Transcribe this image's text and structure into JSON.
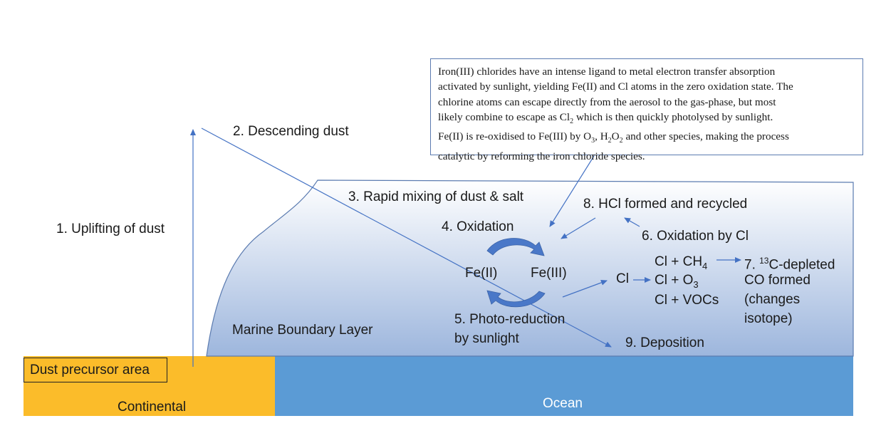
{
  "colors": {
    "continent": "#fbbc2a",
    "ocean": "#5b9bd5",
    "mbl_top": "#ffffff",
    "mbl_bottom": "#9db6dd",
    "arrow": "#4472c4",
    "cycle_arrow": "#4a78c8"
  },
  "labels": {
    "uplifting": "1. Uplifting of dust",
    "descending": "2. Descending dust",
    "rapid_mixing": "3. Rapid mixing of dust & salt",
    "oxidation": "4. Oxidation",
    "fe2": "Fe(II)",
    "fe3": "Fe(III)",
    "photo_reduction_1": "5. Photo-reduction",
    "photo_reduction_2": "by sunlight",
    "oxidation_cl": "6. Oxidation by Cl",
    "cl": "Cl",
    "cl_ch4_main": "Cl + CH",
    "cl_ch4_sub": "4",
    "cl_o3_main": "Cl + O",
    "cl_o3_sub": "3",
    "cl_vocs": "Cl + VOCs",
    "co_formed_prefix": "7. ",
    "co_formed_sup": "13",
    "co_formed_1": "C-depleted",
    "co_formed_2": "CO formed",
    "co_formed_3": "(changes",
    "co_formed_4": "isotope)",
    "hcl": "8. HCl formed and recycled",
    "deposition": "9. Deposition",
    "marine_boundary_layer": "Marine Boundary Layer",
    "dust_precursor": "Dust precursor area",
    "continental": "Continental",
    "ocean": "Ocean"
  },
  "note": {
    "line1": "Iron(III) chlorides have an intense ligand to metal electron transfer absorption",
    "line2_a": "activated by sunlight, yielding Fe(II) and Cl atoms in the zero oxidation state. The",
    "line3": "chlorine atoms can escape directly from the aerosol to the gas-phase, but most",
    "line4_a": "likely combine to escape as Cl",
    "line4_sub": "2",
    "line4_b": " which is then quickly photolysed by sunlight.",
    "line5_a": "Fe(II) is re-oxidised to Fe(III) by O",
    "line5_sub1": "3",
    "line5_b": ", H",
    "line5_sub2": "2",
    "line5_c": "O",
    "line5_sub3": "2",
    "line5_d": " and other species, making the process",
    "line6": "catalytic by reforming the iron chloride species."
  }
}
